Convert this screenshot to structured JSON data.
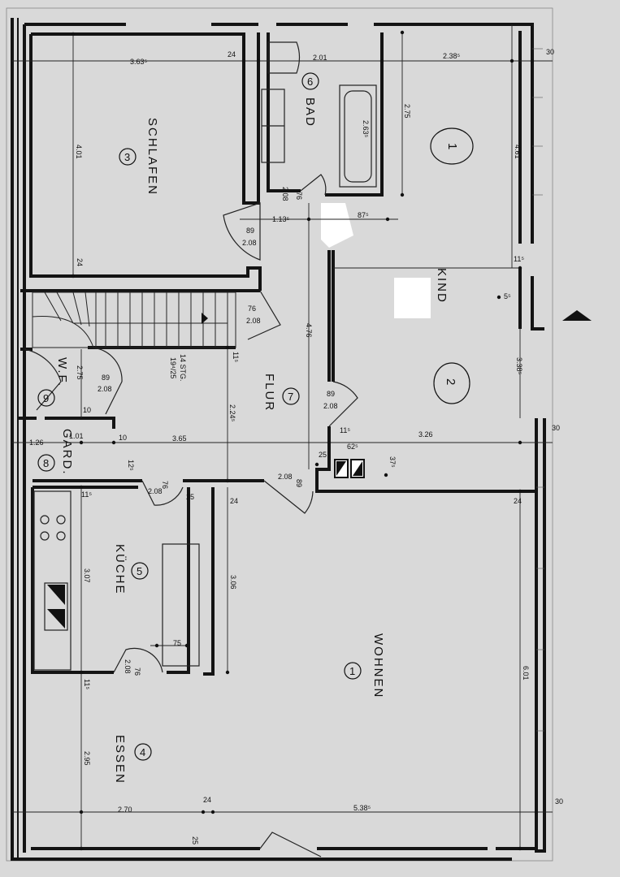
{
  "rooms": [
    {
      "name": "SCHLAFEN",
      "number": "3"
    },
    {
      "name": "BAD",
      "number": "6"
    },
    {
      "name": "KIND",
      "number": "2"
    },
    {
      "name": "FLUR",
      "number": "7"
    },
    {
      "name": "W.F.",
      "number": "9"
    },
    {
      "name": "GARD.",
      "number": "8"
    },
    {
      "name": "KÜCHE",
      "number": "5"
    },
    {
      "name": "WOHNEN",
      "number": "1"
    },
    {
      "name": "ESSEN",
      "number": "4"
    }
  ],
  "handwritten_marks": [
    "1",
    "2"
  ],
  "dimensions": {
    "schlafen_width": "3.63⁵",
    "schlafen_wall": "24",
    "bad_width": "2.01",
    "kind_top_width": "2.38⁵",
    "right_wall_top": "30",
    "schlafen_depth": "4.01",
    "bad_depth": "2.75",
    "tub_len": "2.63⁵",
    "kind_depth": "4.61",
    "bad_door_w": "76",
    "bad_door_h": "2.08",
    "flur_width": "1.13⁵",
    "flur_door": "87⁵",
    "schlafen_door_w": "89",
    "schlafen_door_h": "2.08",
    "schlafen_wall_b": "24",
    "kind_right_wall": "11⁵",
    "kind_bottom": "5⁵",
    "stair_door_w": "76",
    "stair_door_h": "2.08",
    "flur_len": "4.76",
    "wf_width": "2.75",
    "wf_door_w": "89",
    "wf_door_h": "2.08",
    "stair_spec_a": "14 STG.",
    "stair_spec_b": "19⁴/25",
    "flur_wall": "11⁵",
    "kind_lower": "3.38⁵",
    "flur_span": "2.24⁵",
    "kind_door_w": "89",
    "kind_door_h": "2.08",
    "wf_wall": "10",
    "gard_left": "1.26",
    "gard_w": "1.01",
    "gard_wall": "10",
    "flur_total": "3.65",
    "kind_wall": "11⁵",
    "kind_bottom_w": "3.26",
    "right_wall_mid": "30",
    "niche_a": "25",
    "niche_b": "62⁵",
    "niche_c": "37⁵",
    "gard_depth": "12⁵",
    "kuche_door_w": "76",
    "kuche_door_h": "2.08",
    "wohnen_door_w": "89",
    "wohnen_door_h": "2.08",
    "kuche_wall": "11⁵",
    "kuche_niche": "25",
    "wohnen_wall": "24",
    "wohnen_wall_r": "24",
    "kuche_depth": "3.07",
    "wohnen_div": "3.06",
    "kuche_counter": "75",
    "essen_door_w": "76",
    "essen_door_h": "2.08",
    "essen_wall": "11⁵",
    "wohnen_depth": "6.01",
    "essen_depth": "2.95",
    "essen_width": "2.70",
    "essen_wall_b": "24",
    "wohnen_width": "5.38⁵",
    "right_wall_bot": "30",
    "bottom_wall": "25"
  }
}
